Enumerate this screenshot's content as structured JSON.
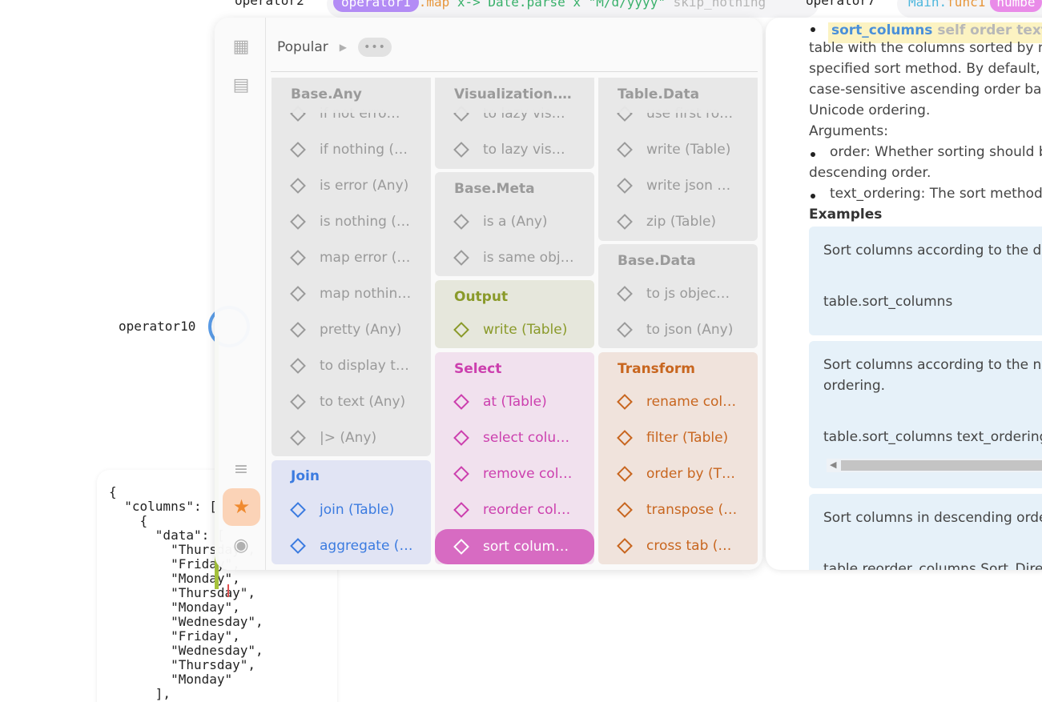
{
  "canvas": {
    "nodes": {
      "operator2_label": "operator2",
      "operator7_label": "operator7",
      "operator10_label": "operator10",
      "top_expr": {
        "op_token": "operator1",
        "method": ".map",
        "lambda": " x-> Date.parse x \"M/d/yyyy\"",
        "arg": " skip_nothing"
      },
      "right_expr": {
        "module": "Main",
        "dot": ".",
        "fn": "func1",
        "badge": "numbe"
      }
    },
    "json_viz": {
      "lines": [
        "{",
        "  \"columns\": [",
        "    {",
        "      \"data\": [",
        "        \"Thursday\",",
        "        \"Friday\",",
        "        \"Monday\",",
        "        \"Thursday\",",
        "        \"Monday\",",
        "        \"Wednesday\",",
        "        \"Friday\",",
        "        \"Wednesday\",",
        "        \"Thursday\",",
        "        \"Monday\"",
        "      ],"
      ]
    }
  },
  "component_browser": {
    "breadcrumb": {
      "label": "Popular",
      "more": "•••"
    },
    "sidebar": {
      "icons": [
        "grid-icon",
        "grid-plus-icon",
        "stack-icon",
        "star-icon",
        "target-icon"
      ]
    },
    "columns": [
      {
        "sticky_header": "Base.Any",
        "groups": [
          {
            "header": "",
            "color": "#9a9a9a",
            "items": [
              "if not erro…",
              "if nothing (…",
              "is error (Any)",
              "is nothing (…",
              "map error (…",
              "map nothin…",
              "pretty (Any)",
              "to display t…",
              "to text (Any)",
              "|> (Any)"
            ]
          },
          {
            "header": "Join",
            "color": "#3b7be0",
            "items": [
              "join (Table)",
              "aggregate (…"
            ]
          }
        ]
      },
      {
        "sticky_header": "Visualization.…",
        "groups": [
          {
            "header": "",
            "color": "#9a9a9a",
            "items": [
              "to lazy vis…",
              "to lazy vis…"
            ]
          },
          {
            "header": "Base.Meta",
            "color": "#9a9a9a",
            "items": [
              "is a (Any)",
              "is same obj…"
            ]
          },
          {
            "header": "Output",
            "color": "#8a9a2a",
            "items": [
              "write (Table)"
            ]
          },
          {
            "header": "Select",
            "color": "#cc3fae",
            "items": [
              "at (Table)",
              "select colu…",
              "remove col…",
              "reorder col…",
              "sort colum…"
            ]
          }
        ]
      },
      {
        "sticky_header": "Table.Data",
        "groups": [
          {
            "header": "",
            "color": "#9a9a9a",
            "items": [
              "use first ro…",
              "write (Table)",
              "write json …",
              "zip (Table)"
            ]
          },
          {
            "header": "Base.Data",
            "color": "#9a9a9a",
            "items": [
              "to js objec…",
              "to json (Any)"
            ]
          },
          {
            "header": "Transform",
            "color": "#c8661f",
            "items": [
              "rename col…",
              "filter (Table)",
              "order by (T…",
              "transpose (…",
              "cross tab (…"
            ]
          }
        ]
      }
    ]
  },
  "documentation": {
    "signature_fn": "sort_columns",
    "signature_args": " self order text_or",
    "summary_lines": [
      "table with the columns sorted by na",
      "specified sort method. By default, s",
      "case-sensitive ascending order base",
      "Unicode ordering."
    ],
    "arguments_label": "Arguments:",
    "arguments": [
      "order: Whether sorting should b",
      "descending order.",
      "text_ordering: The sort methode"
    ],
    "examples_label": "Examples",
    "examples": [
      {
        "desc": "Sort columns according to the de",
        "desc2": "",
        "code": "table.sort_columns"
      },
      {
        "desc": "Sort columns according to the na",
        "desc2": "ordering.",
        "code": "table.sort_columns text_ordering"
      },
      {
        "desc": "Sort columns in descending order",
        "desc2": "",
        "code": "table.reorder_columns Sort_Direc"
      }
    ]
  }
}
